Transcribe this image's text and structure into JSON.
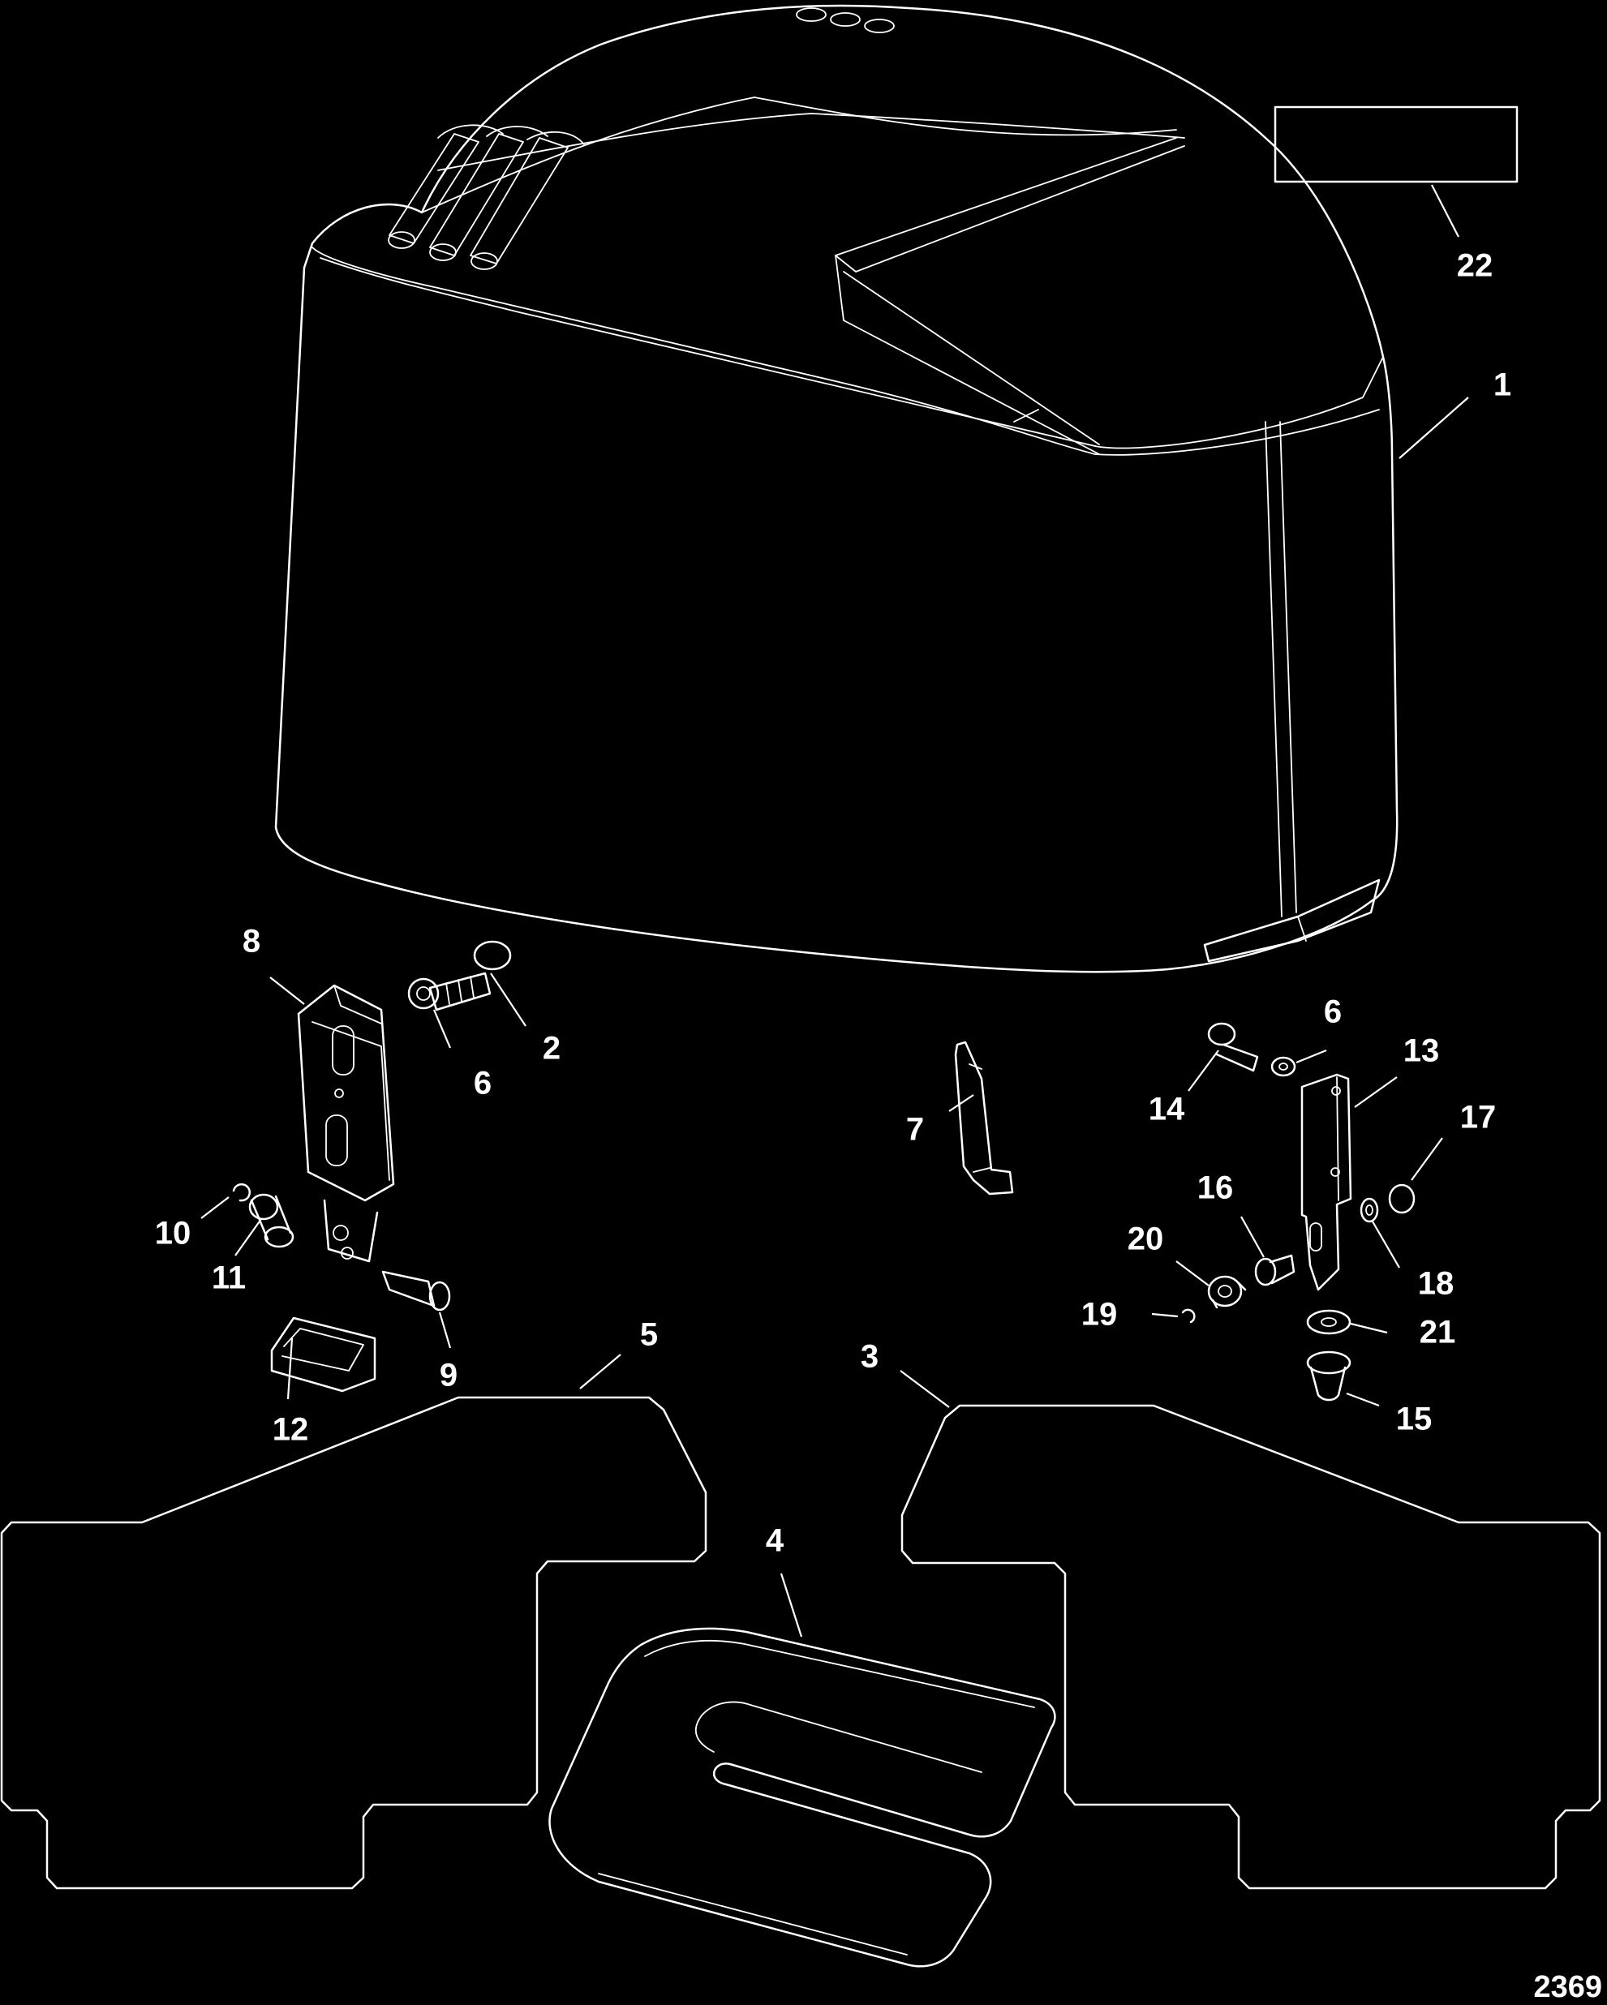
{
  "figure_number": "2369",
  "callouts": [
    "22",
    "1",
    "8",
    "2",
    "6",
    "6",
    "13",
    "14",
    "7",
    "17",
    "16",
    "20",
    "10",
    "11",
    "18",
    "19",
    "21",
    "9",
    "5",
    "3",
    "12",
    "15",
    "4"
  ],
  "colors": {
    "background": "#000000",
    "line": "#ffffff"
  }
}
